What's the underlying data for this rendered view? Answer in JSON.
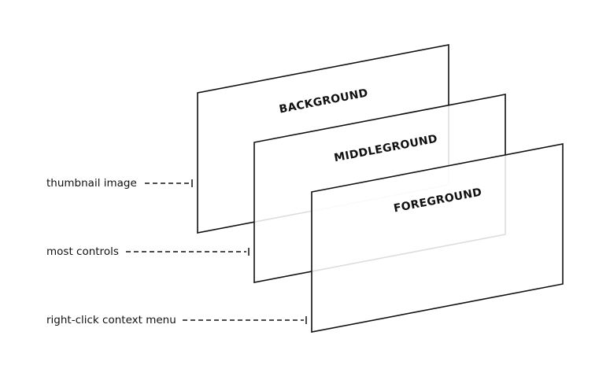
{
  "layers": {
    "background": {
      "label": "BACKGROUND"
    },
    "middleground": {
      "label": "MIDDLEGROUND"
    },
    "foreground": {
      "label": "FOREGROUND"
    }
  },
  "annotations": {
    "thumbnail": "thumbnail image",
    "controls": "most controls",
    "context_menu": "right-click context menu"
  }
}
